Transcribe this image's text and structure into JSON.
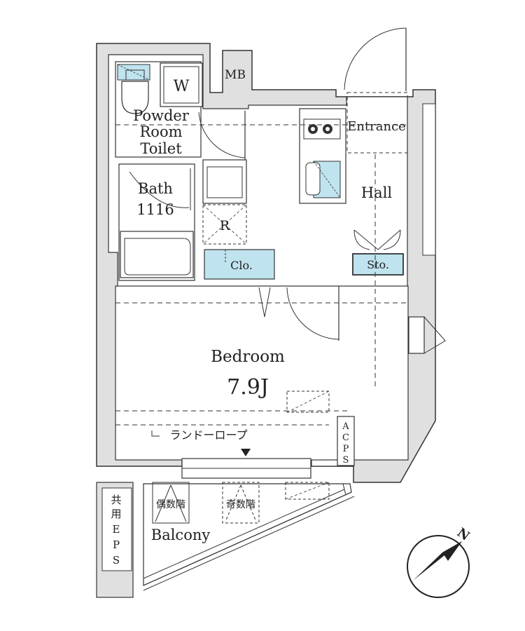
{
  "rooms": {
    "washer": "W",
    "meter_box": "MB",
    "powder_room": [
      "Powder",
      "Room",
      "Toilet"
    ],
    "bath": [
      "Bath",
      "1116"
    ],
    "refrigerator": "R",
    "closet": "Clo.",
    "entrance": "Entrance",
    "hall": "Hall",
    "storage": "Sto.",
    "bedroom": "Bedroom",
    "bedroom_size": "7.9J",
    "laundry_rope": "ランドーロープ",
    "acps": [
      "A",
      "C",
      "P",
      "S"
    ],
    "balcony": "Balcony",
    "even_floor": "偶数階",
    "odd_floor": "奇数階",
    "shared_eps": [
      "共",
      "用",
      "E",
      "P",
      "S"
    ]
  },
  "compass": {
    "north_label": "N"
  },
  "colors": {
    "wall": "#e0e0e0",
    "wall_stroke": "#333333",
    "accent_blue": "#bfe3ef"
  }
}
